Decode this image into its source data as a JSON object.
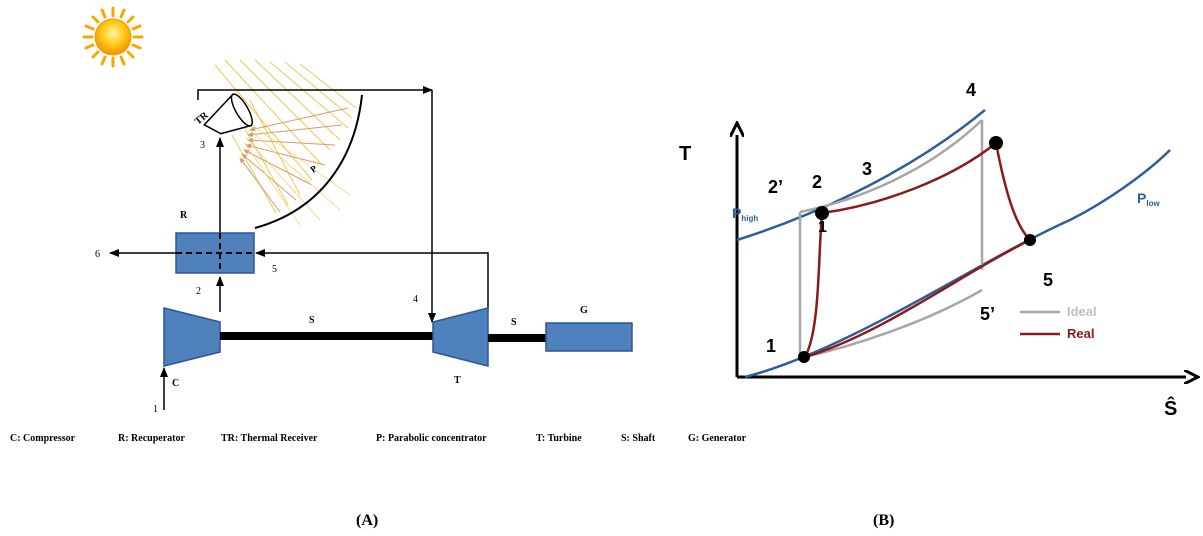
{
  "schematic": {
    "label_tr": "TR",
    "label_p": "P",
    "label_r": "R",
    "label_s1": "S",
    "label_s2": "S",
    "label_g": "G",
    "label_c": "C",
    "label_t": "T",
    "state_1": "1",
    "state_2": "2",
    "state_3": "3",
    "state_4": "4",
    "state_5": "5",
    "state_6": "6"
  },
  "legend": {
    "compressor": "C: Compressor",
    "recuperator": "R: Recuperator",
    "receiver": "TR: Thermal Receiver",
    "concentrator": "P: Parabolic concentrator",
    "turbine": "T: Turbine",
    "shaft": "S: Shaft",
    "generator": "G: Generator"
  },
  "ts_diagram": {
    "y_axis": "T",
    "x_axis": "Ŝ",
    "p_high": "P",
    "p_high_sub": "high",
    "p_low": "P",
    "p_low_sub": "low",
    "pt_1": "1",
    "pt_2": "2",
    "pt_2p": "2’",
    "pt_3": "3",
    "pt_4": "4",
    "pt_5": "5",
    "pt_5p": "5’",
    "legend_ideal": "Ideal",
    "legend_real": "Real"
  },
  "captions": {
    "a": "(A)",
    "b": "(B)"
  },
  "colors": {
    "component_fill": "#4f81bd",
    "component_stroke": "#2f5597",
    "isobar": "#2e5d9a",
    "ideal": "#a6a6a6",
    "real": "#8b1a1a",
    "sun": "#f5b400",
    "rays": "#f0c040",
    "rays_reflected": "#d99a6c"
  }
}
